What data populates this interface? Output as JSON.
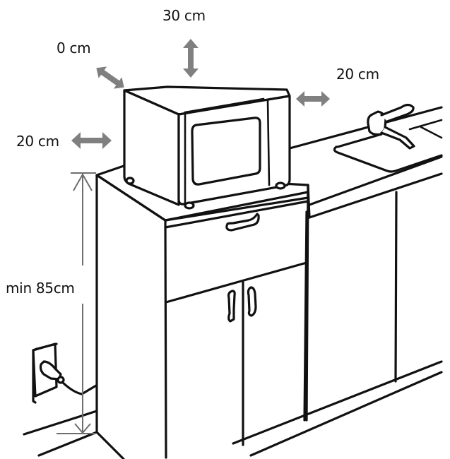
{
  "diagram": {
    "subject": "Microwave oven installation clearances",
    "clearances": {
      "top": {
        "label": "30 cm",
        "direction": "vertical"
      },
      "back": {
        "label": "0 cm",
        "direction": "diagonal"
      },
      "right": {
        "label": "20 cm",
        "direction": "horizontal"
      },
      "left": {
        "label": "20 cm",
        "direction": "horizontal"
      }
    },
    "mounting_height": {
      "label": "min 85cm"
    },
    "colors": {
      "line": "#111111",
      "arrow": "#808080",
      "dimension": "#6e6e6e",
      "background": "#ffffff"
    },
    "elements": [
      "microwave-oven",
      "base-cabinet",
      "cabinet-drawer",
      "cabinet-doors",
      "kitchen-counter",
      "sink",
      "faucet",
      "wall-socket",
      "power-plug"
    ]
  }
}
